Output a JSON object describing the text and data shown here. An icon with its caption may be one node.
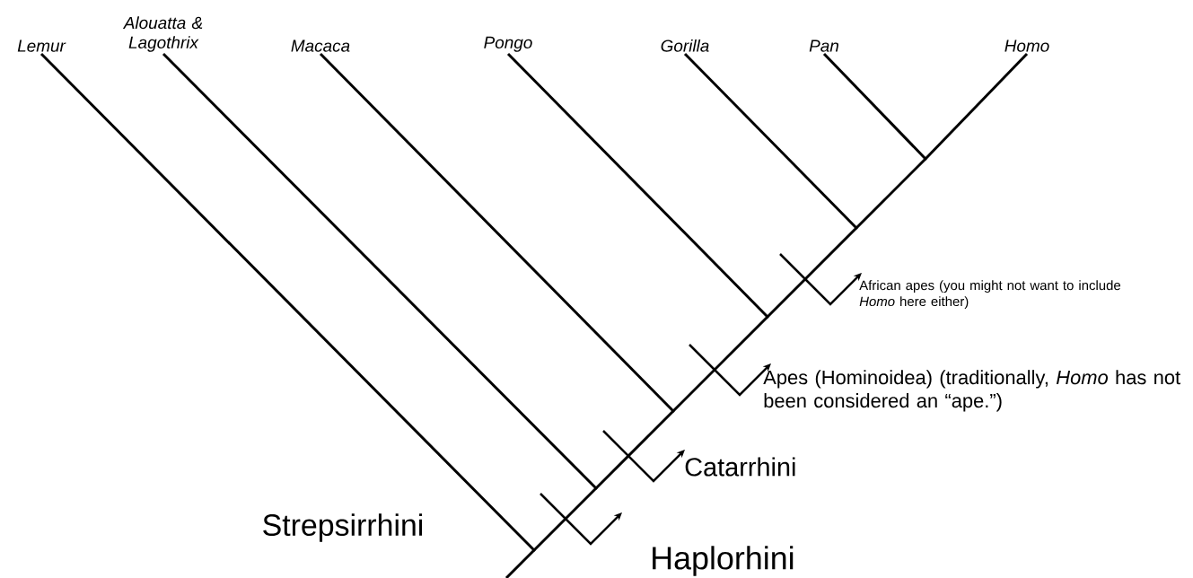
{
  "diagram": {
    "nodes": [
      {
        "text": [
          "Lemur"
        ]
      },
      {
        "text": [
          "Alouatta & Lagothrix"
        ]
      },
      {
        "text": [
          "Macaca"
        ]
      },
      {
        "text": [
          "Pongo"
        ]
      },
      {
        "text": [
          "Gorilla"
        ]
      },
      {
        "text": [
          "Pan"
        ]
      },
      {
        "text": [
          "Homo"
        ]
      },
      {
        "text": [
          "African apes (you might not want to include *Homo* here either)"
        ]
      },
      {
        "text": [
          "Apes (Hominoidea) (traditionally, *Homo* has not been considered an “ape.”)"
        ]
      },
      {
        "text": [
          "Catarrhini"
        ]
      },
      {
        "text": [
          "Haplorhini"
        ]
      },
      {
        "text": [],
        "shape": "point"
      },
      {
        "text": [],
        "shape": "point"
      },
      {
        "text": [],
        "shape": "point"
      },
      {
        "text": [],
        "shape": "point"
      },
      {
        "text": [],
        "shape": "point"
      },
      {
        "text": [],
        "shape": "point"
      }
    ],
    "edges": [
      {
        "from": null,
        "to": 11,
        "arrow": "none"
      },
      {
        "from": 11,
        "to": 0,
        "arrow": "none"
      },
      {
        "from": 11,
        "to": 12,
        "arrow": "none"
      },
      {
        "from": 12,
        "to": 1,
        "arrow": "none"
      },
      {
        "from": 12,
        "to": 13,
        "arrow": "none"
      },
      {
        "from": 13,
        "to": 2,
        "arrow": "none"
      },
      {
        "from": 13,
        "to": 14,
        "arrow": "none"
      },
      {
        "from": 14,
        "to": 3,
        "arrow": "none"
      },
      {
        "from": 14,
        "to": 15,
        "arrow": "none"
      },
      {
        "from": 15,
        "to": 4,
        "arrow": "none"
      },
      {
        "from": 15,
        "to": 16,
        "arrow": "none"
      },
      {
        "from": 16,
        "to": 5,
        "arrow": "none"
      },
      {
        "from": 16,
        "to": 6,
        "arrow": "none"
      },
      {
        "from": null,
        "to": 10,
        "arrow": "to"
      },
      {
        "from": null,
        "to": 9,
        "arrow": "to"
      },
      {
        "from": null,
        "to": 8,
        "arrow": "to"
      },
      {
        "from": null,
        "to": 7,
        "arrow": "to"
      }
    ],
    "labels": [
      "Strepsirrhini"
    ]
  }
}
